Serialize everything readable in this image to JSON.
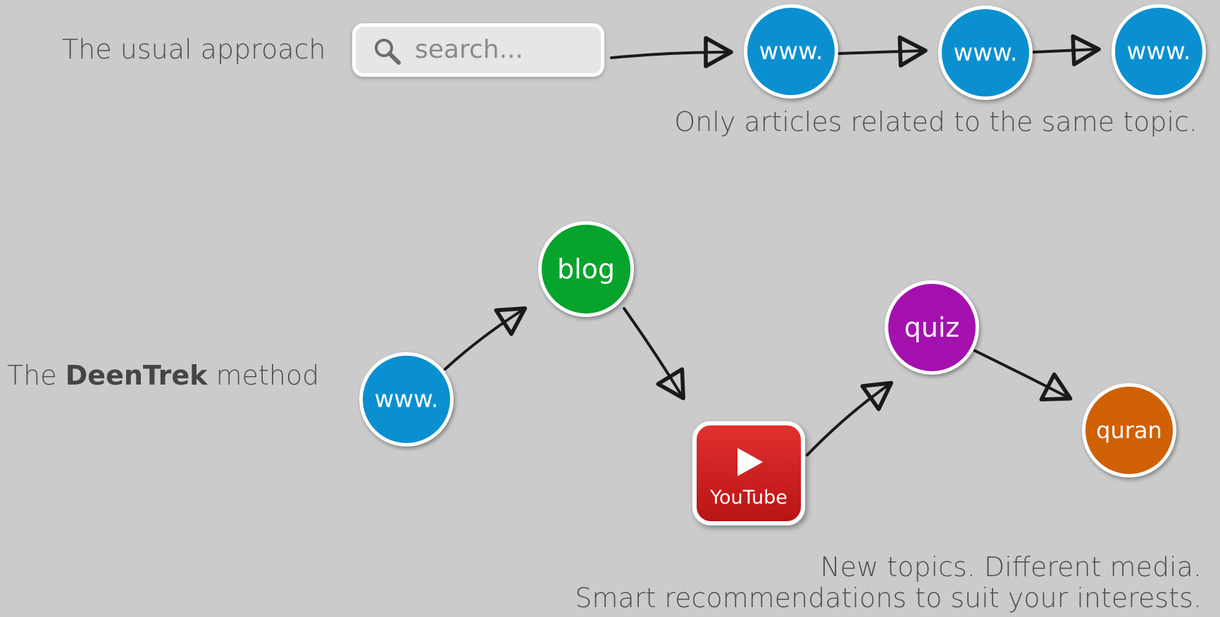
{
  "top": {
    "approach_label": "The usual approach",
    "search_placeholder": "search...",
    "nodes": [
      "www.",
      "www.",
      "www."
    ],
    "caption": "Only articles related to the same topic."
  },
  "bottom": {
    "method_prefix": "The ",
    "method_brand": "DeenTrek",
    "method_suffix": " method",
    "nodes": {
      "www": "www.",
      "blog": "blog",
      "youtube": "YouTube",
      "quiz": "quiz",
      "quran": "quran"
    },
    "caption_line1": "New topics. Different media.",
    "caption_line2": "Smart recommendations to suit your interests."
  },
  "colors": {
    "background": "#cbcbcb",
    "www": "#0a90d0",
    "blog": "#06a42c",
    "youtube": "#cc1e1e",
    "quiz": "#a410ad",
    "quran": "#d06004"
  },
  "icons": {
    "search": "search-icon",
    "play": "play-icon"
  }
}
